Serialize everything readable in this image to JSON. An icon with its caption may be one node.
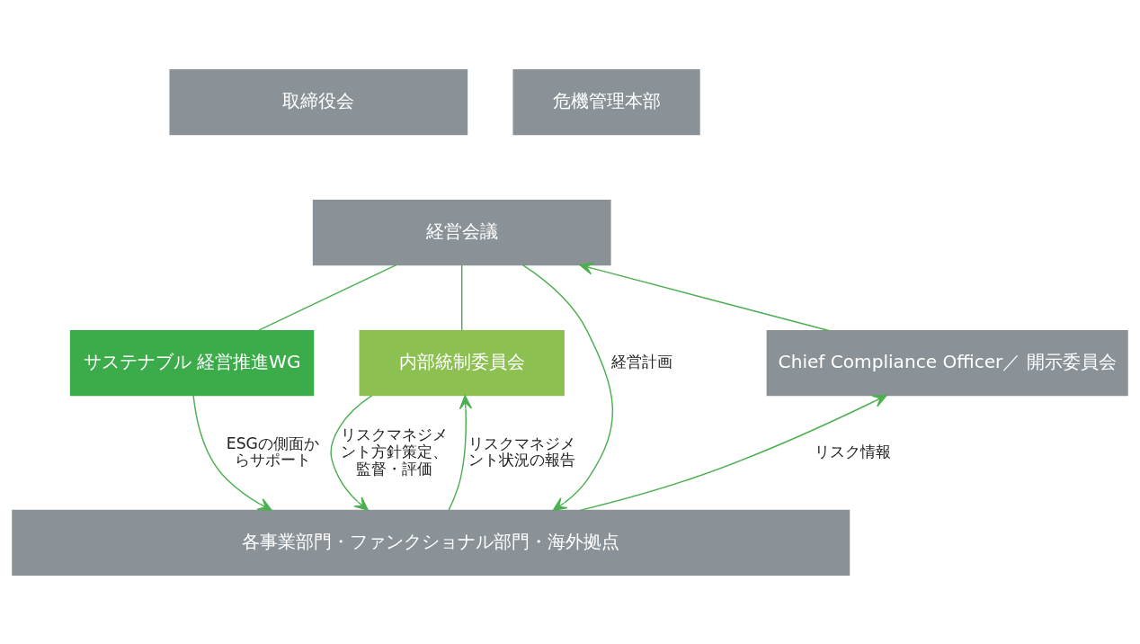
{
  "diagram": {
    "nodes": [
      {
        "text": [
          "取締役会"
        ]
      },
      {
        "text": [
          "危機管理本部"
        ]
      },
      {
        "text": [
          "経営会議"
        ]
      },
      {
        "text": [
          "サステナブル 経営推進WG"
        ]
      },
      {
        "text": [
          "内部統制委員会"
        ]
      },
      {
        "text": [
          "Chief Compliance Officer／ 開示委員会"
        ]
      },
      {
        "text": [
          "各事業部門・ファンクショナル部門・海外拠点"
        ]
      }
    ],
    "edges": [
      {
        "from": 2,
        "to": 3,
        "arrow": "none"
      },
      {
        "from": 2,
        "to": 4,
        "arrow": "none"
      },
      {
        "from": 2,
        "to": 6,
        "arrow": "to",
        "label": "経営計画"
      },
      {
        "from": 3,
        "to": 6,
        "arrow": "to",
        "label": "ESGの側面からサポート"
      },
      {
        "from": 6,
        "to": 4,
        "arrow": "to",
        "label": "リスクマネジメント状況の報告"
      },
      {
        "from": 4,
        "to": 6,
        "arrow": "to",
        "label": "リスクマネジメント方針策定、監督・評価"
      },
      {
        "from": 6,
        "to": 5,
        "arrow": "to",
        "label": "リスク情報"
      },
      {
        "from": 5,
        "to": 2,
        "arrow": "to"
      }
    ]
  }
}
